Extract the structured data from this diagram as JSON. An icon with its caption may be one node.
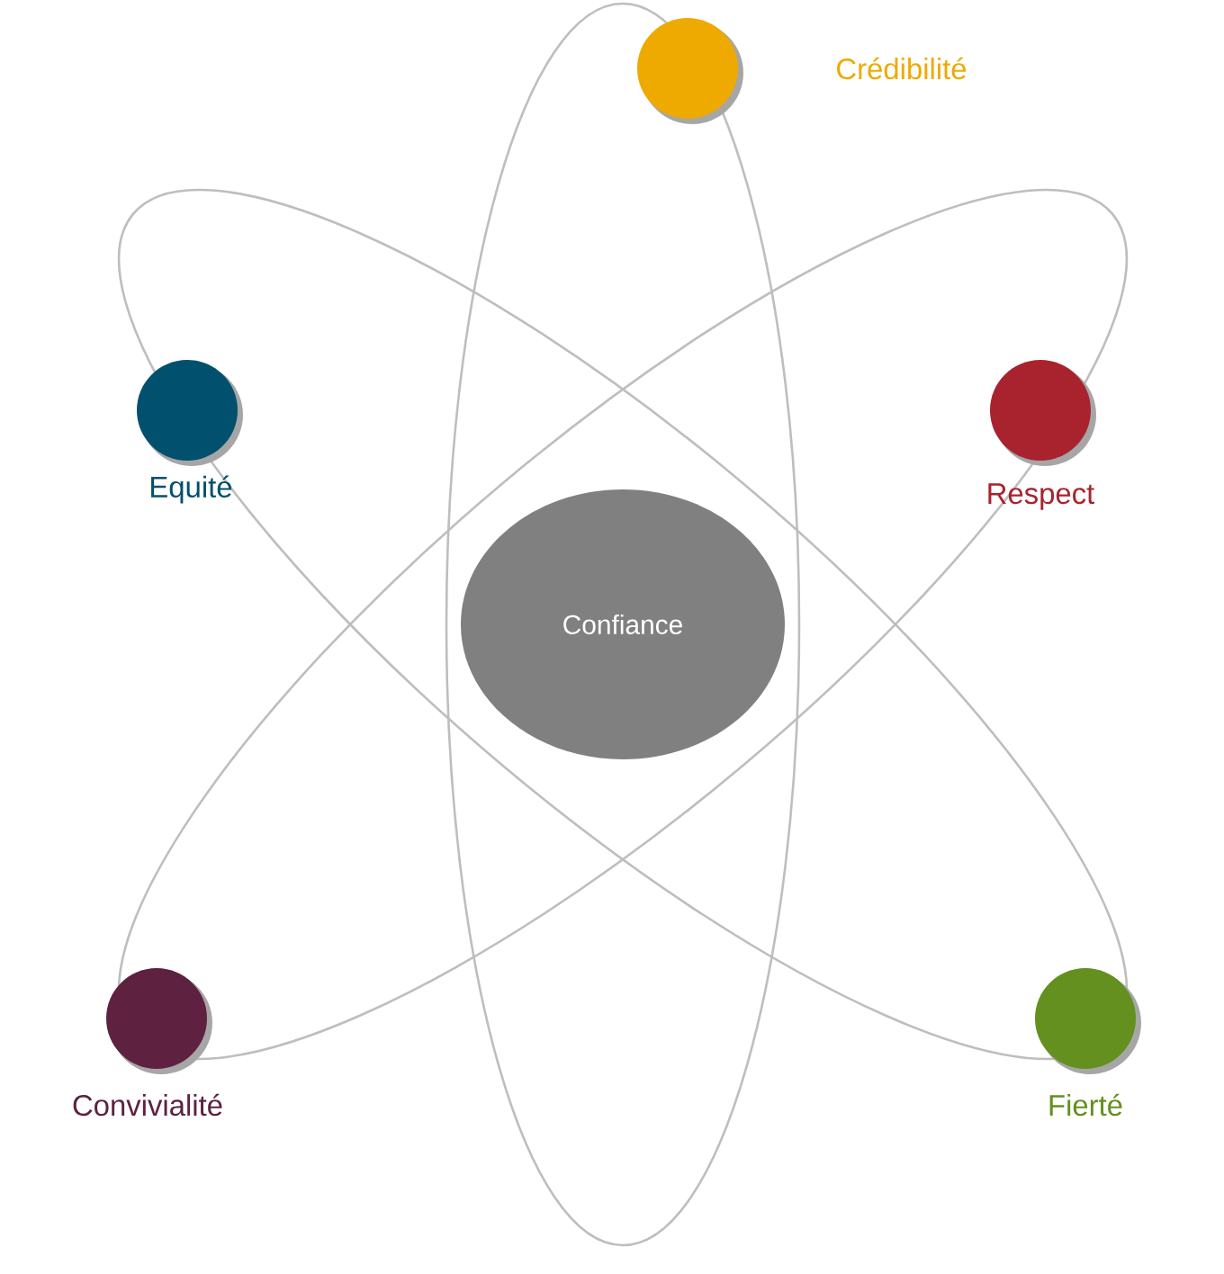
{
  "diagram": {
    "nodes": [
      {
        "text": [
          "Confiance"
        ]
      },
      {
        "text": [],
        "shape": "circle",
        "beside": [
          "Crédibilité"
        ]
      },
      {
        "text": [],
        "shape": "circle",
        "beside": [
          "Equité"
        ]
      },
      {
        "text": [],
        "shape": "circle",
        "beside": [
          "Respect"
        ]
      },
      {
        "text": [],
        "shape": "circle",
        "beside": [
          "Convivialité"
        ]
      },
      {
        "text": [],
        "shape": "circle",
        "beside": [
          "Fierté"
        ]
      }
    ]
  }
}
